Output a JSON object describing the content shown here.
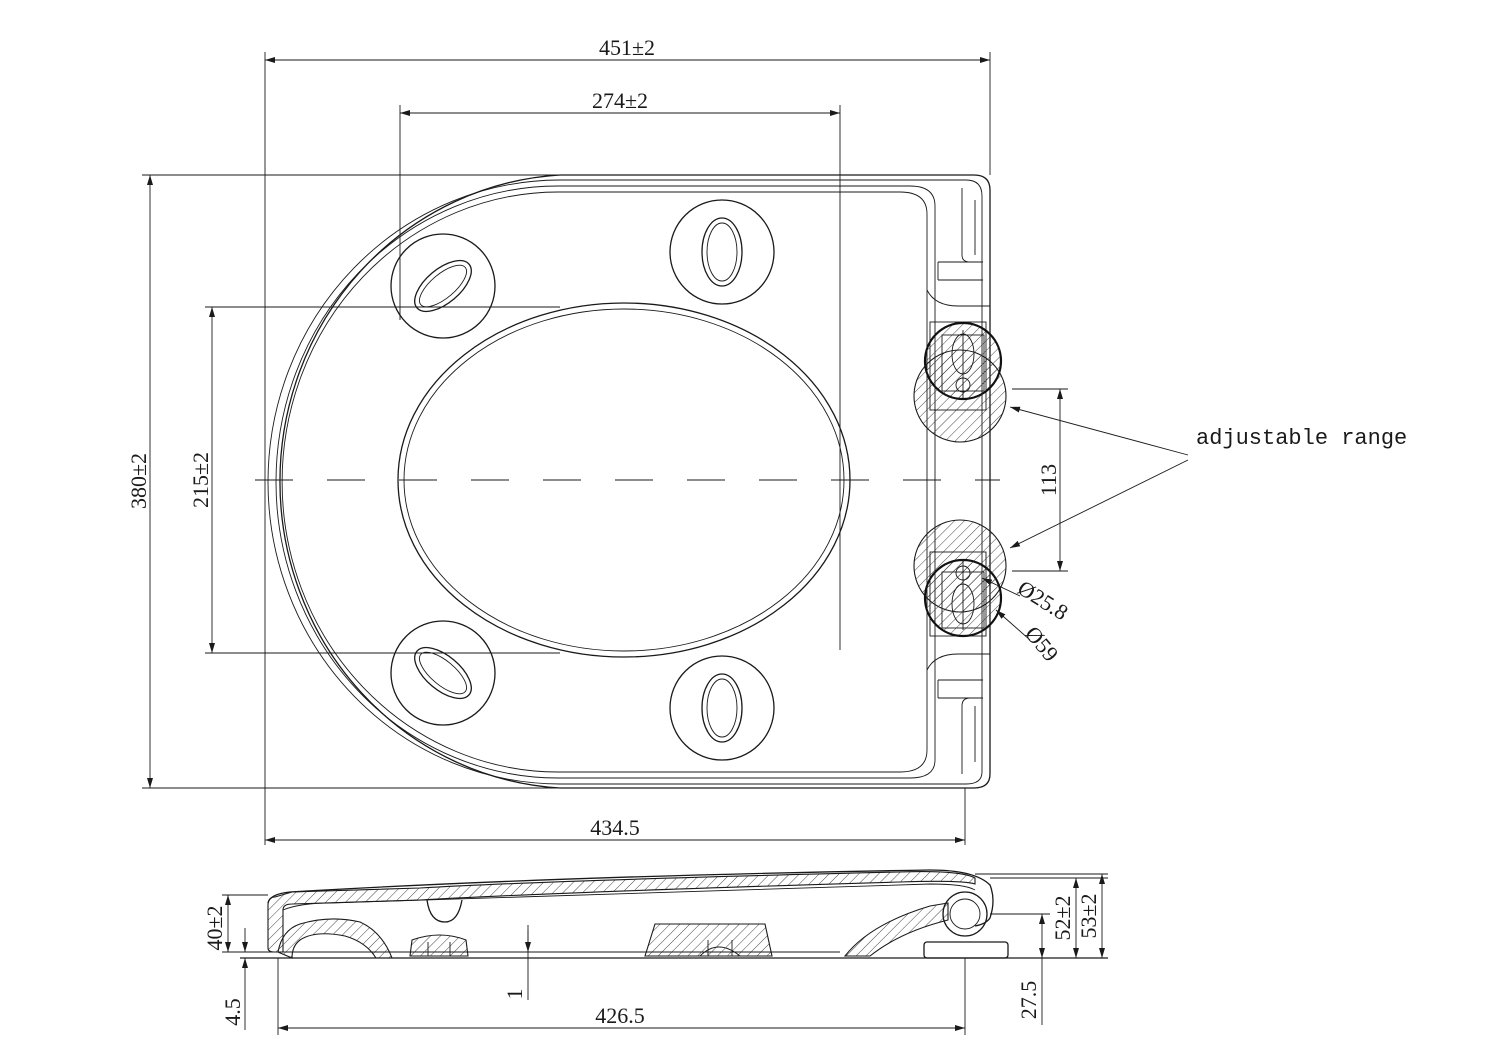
{
  "dimensions": {
    "overall_width": "451±2",
    "hole_spacing": "274±2",
    "overall_length": "380±2",
    "hole_spacing_length": "215±2",
    "hinge_adjust": "113",
    "hinge_inner_dia": "Ø25.8",
    "hinge_outer_dia": "Ø59",
    "seat_width": "434.5",
    "side_height": "40±2",
    "side_gap": "4.5",
    "side_offset": "1",
    "side_length": "426.5",
    "hinge_height": "52±2",
    "total_height": "53±2",
    "hinge_axis": "27.5"
  },
  "annotation": {
    "adjustable_range": "adjustable range"
  },
  "colors": {
    "line": "#1a1a1a",
    "background": "#ffffff"
  }
}
